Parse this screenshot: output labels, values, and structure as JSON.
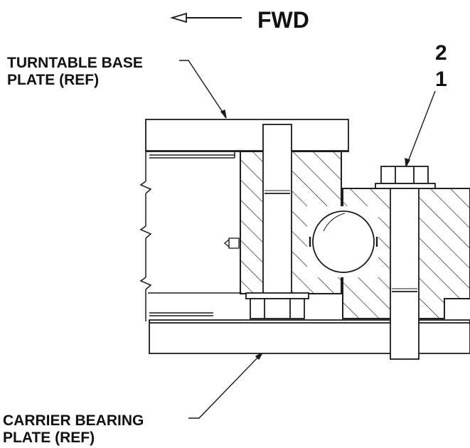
{
  "direction": {
    "text": "FWD",
    "arrow": "left"
  },
  "callouts": {
    "turntable_line1": "TURNTABLE BASE",
    "turntable_line2": "PLATE (REF)",
    "carrier_line1": "CARRIER BEARING",
    "carrier_line2": "PLATE (REF)",
    "item_2": "2",
    "item_1": "1"
  },
  "colors": {
    "line": "#1a1a1a",
    "fill": "#ffffff"
  }
}
